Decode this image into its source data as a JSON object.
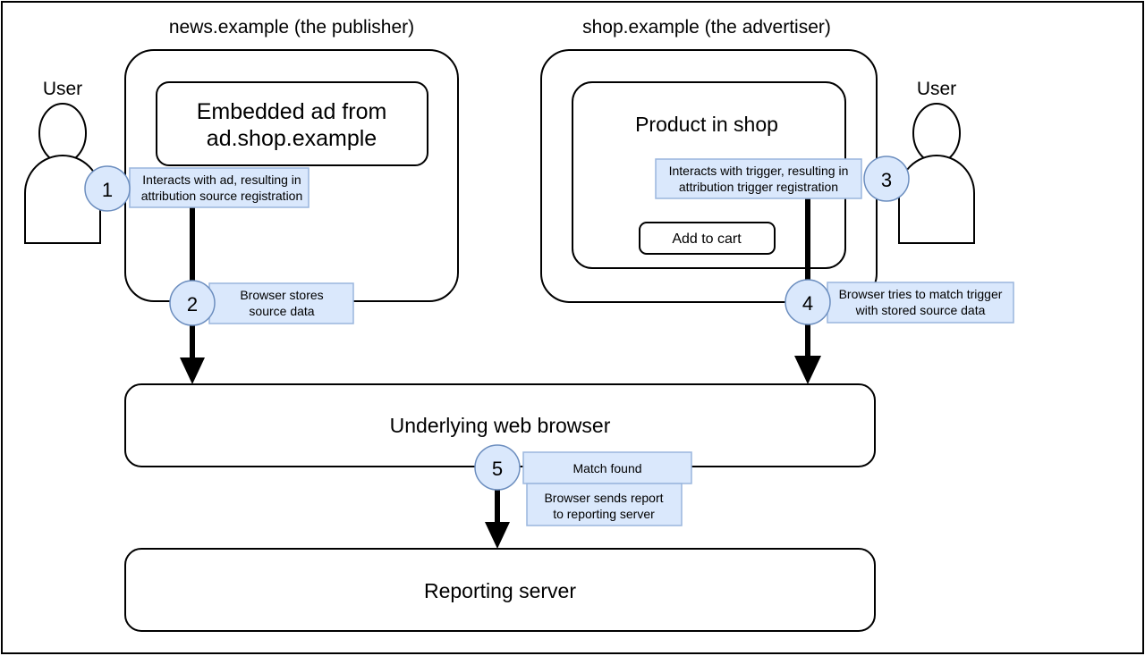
{
  "diagram": {
    "title_publisher": "news.example (the publisher)",
    "title_advertiser": "shop.example (the advertiser)",
    "user_left_label": "User",
    "user_right_label": "User",
    "publisher_inner_line1": "Embedded ad from",
    "publisher_inner_line2": "ad.shop.example",
    "advertiser_inner_title": "Product in shop",
    "add_to_cart_label": "Add to cart",
    "browser_label": "Underlying web browser",
    "reporting_label": "Reporting server",
    "colors": {
      "callout_fill": "#dae8fc",
      "callout_stroke": "#9ab6dd",
      "badge_fill": "#dae8fc",
      "badge_stroke": "#6c8ebf",
      "line": "#000000",
      "background": "#ffffff"
    },
    "steps": [
      {
        "number": "1",
        "line1": "Interacts with ad, resulting in",
        "line2": "attribution source registration"
      },
      {
        "number": "2",
        "line1": "Browser stores",
        "line2": "source data"
      },
      {
        "number": "3",
        "line1": "Interacts with trigger, resulting in",
        "line2": "attribution trigger registration"
      },
      {
        "number": "4",
        "line1": "Browser tries to match trigger",
        "line2": "with stored source data"
      },
      {
        "number": "5",
        "line1": "Match found",
        "line2": "",
        "extra_line1": "Browser sends report",
        "extra_line2": "to reporting server"
      }
    ]
  }
}
